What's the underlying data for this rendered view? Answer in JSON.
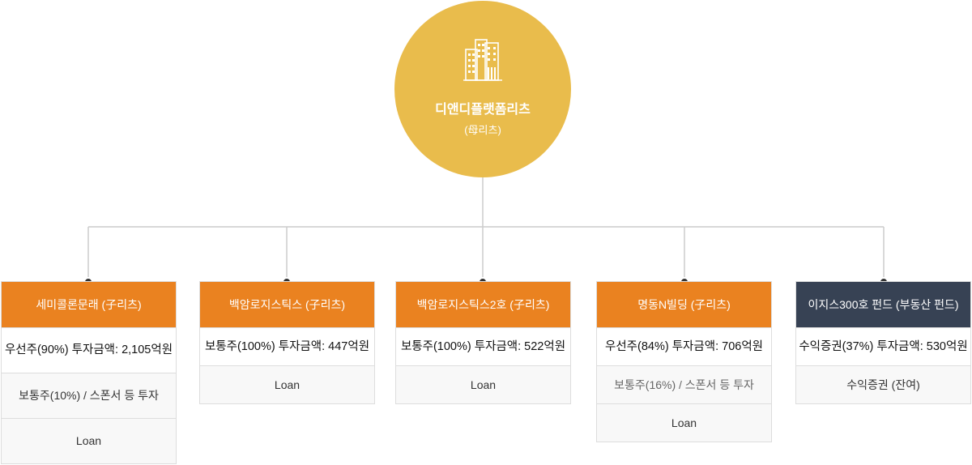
{
  "parent": {
    "name": "디앤디플랫폼리츠",
    "sub": "(母리츠)",
    "icon": "building-icon",
    "color": "#e9bc4c"
  },
  "colors": {
    "orange": "#ea8220",
    "navy": "#374254",
    "line": "#cccccc"
  },
  "children": [
    {
      "title": "세미콜론문래 (子리츠)",
      "rows": [
        "우선주(90%) 투자금액: 2,105억원",
        "보통주(10%) / 스폰서 등 투자",
        "Loan"
      ]
    },
    {
      "title": "백암로지스틱스 (子리츠)",
      "rows": [
        "보통주(100%) 투자금액: 447억원",
        "Loan"
      ]
    },
    {
      "title": "백암로지스틱스2호 (子리츠)",
      "rows": [
        "보통주(100%) 투자금액: 522억원",
        "Loan"
      ]
    },
    {
      "title": "명동N빌딩 (子리츠)",
      "rows": [
        "우선주(84%) 투자금액: 706억원",
        "보통주(16%) / 스폰서 등 투자",
        "Loan"
      ]
    },
    {
      "title": "이지스300호 펀드 (부동산 펀드)",
      "rows": [
        "수익증권(37%) 투자금액: 530억원",
        "수익증권 (잔여)"
      ]
    }
  ]
}
